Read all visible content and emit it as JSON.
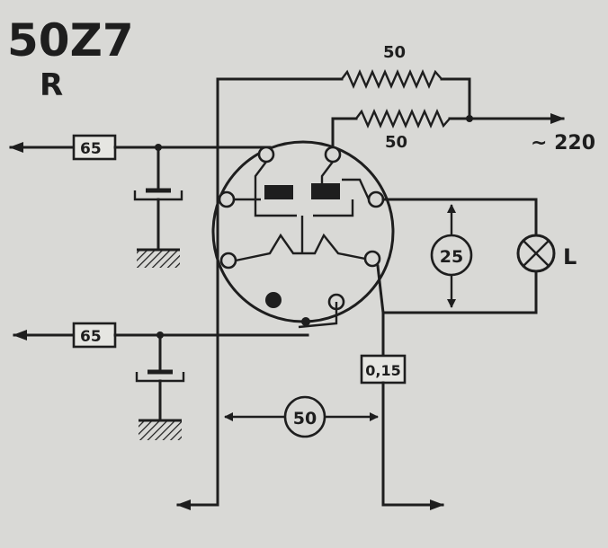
{
  "tube": {
    "type": "50Z7",
    "sub": "R"
  },
  "resistors": {
    "top_upper": "50",
    "top_lower": "50",
    "left_upper": "65",
    "left_lower": "65",
    "pilot_shunt": "25",
    "cathode": "0,15",
    "bottom": "50"
  },
  "mains": {
    "label": "~ 220"
  },
  "lamp": {
    "label": "L"
  }
}
